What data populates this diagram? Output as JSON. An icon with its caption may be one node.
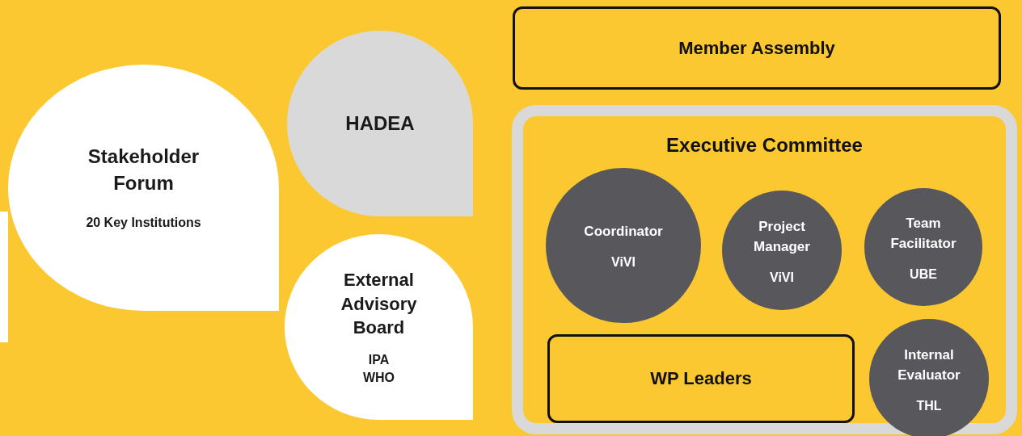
{
  "diagram": {
    "nodes": [
      {
        "text": [
          "Stakeholder Forum",
          "20 Key Institutions"
        ]
      },
      {
        "text": [
          "HADEA"
        ]
      },
      {
        "text": [
          "External Advisory Board",
          "IPA",
          "WHO"
        ]
      },
      {
        "text": [
          "Member Assembly"
        ]
      },
      {
        "text": [
          "Executive Committee"
        ]
      },
      {
        "text": [
          "Coordinator",
          "ViVI"
        ],
        "in": 4
      },
      {
        "text": [
          "Project Manager",
          "ViVI"
        ],
        "in": 4
      },
      {
        "text": [
          "Team Facilitator",
          "UBE"
        ],
        "in": 4
      },
      {
        "text": [
          "WP Leaders"
        ],
        "in": 4
      },
      {
        "text": [
          "Internal Evaluator",
          "THL"
        ],
        "in": 4
      }
    ]
  }
}
